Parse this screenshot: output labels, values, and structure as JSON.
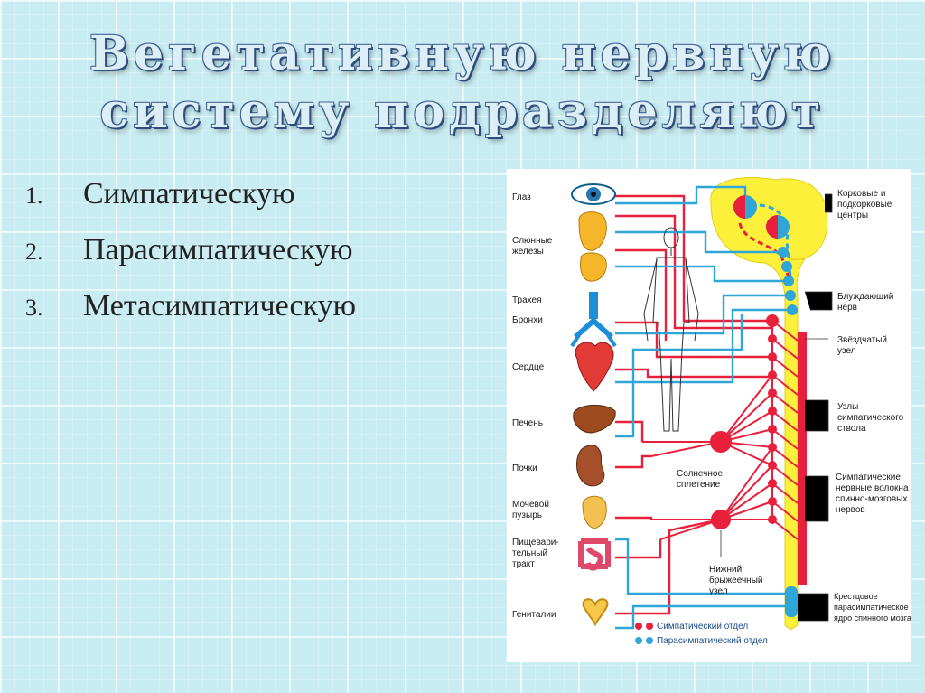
{
  "title": {
    "line1": "Вегетативную нервную",
    "line2": "систему подразделяют"
  },
  "list": [
    {
      "num": "1.",
      "text": "Симпатическую"
    },
    {
      "num": "2.",
      "text": "Парасимпатическую"
    },
    {
      "num": "3.",
      "text": "Метасимпатическую"
    }
  ],
  "diagram": {
    "organs": {
      "eye": "Глаз",
      "salivary_1": "Слюнные",
      "salivary_2": "железы",
      "trachea": "Трахея",
      "bronchi": "Бронхи",
      "heart": "Сердце",
      "liver": "Печень",
      "kidneys": "Почки",
      "bladder_1": "Мочевой",
      "bladder_2": "пузырь",
      "digestive_1": "Пищевари-",
      "digestive_2": "тельный",
      "digestive_3": "тракт",
      "genitals": "Гениталии"
    },
    "right_labels": {
      "centers_1": "Корковые и",
      "centers_2": "подкорковые",
      "centers_3": "центры",
      "vagus_1": "Блуждающий",
      "vagus_2": "нерв",
      "stellate_1": "Звёздчатый",
      "stellate_2": "узел",
      "trunk_1": "Узлы",
      "trunk_2": "симпатического",
      "trunk_3": "ствола",
      "fibers_1": "Симпатические",
      "fibers_2": "нервные волокна",
      "fibers_3": "спинно-мозговых",
      "fibers_4": "нервов",
      "sacral_1": "Крестцовое",
      "sacral_2": "парасимпатическое",
      "sacral_3": "ядро спинного мозга"
    },
    "center_labels": {
      "solar_1": "Солнечное",
      "solar_2": "сплетение",
      "mesenteric_1": "Нижний",
      "mesenteric_2": "брыжеечный",
      "mesenteric_3": "узел"
    },
    "legend": {
      "sympathetic": "Симпатический отдел",
      "parasympathetic": "Парасимпатический отдел"
    },
    "colors": {
      "sympathetic": "#e8203c",
      "parasympathetic": "#2ea6d8",
      "cns": "#fdf03a"
    }
  }
}
